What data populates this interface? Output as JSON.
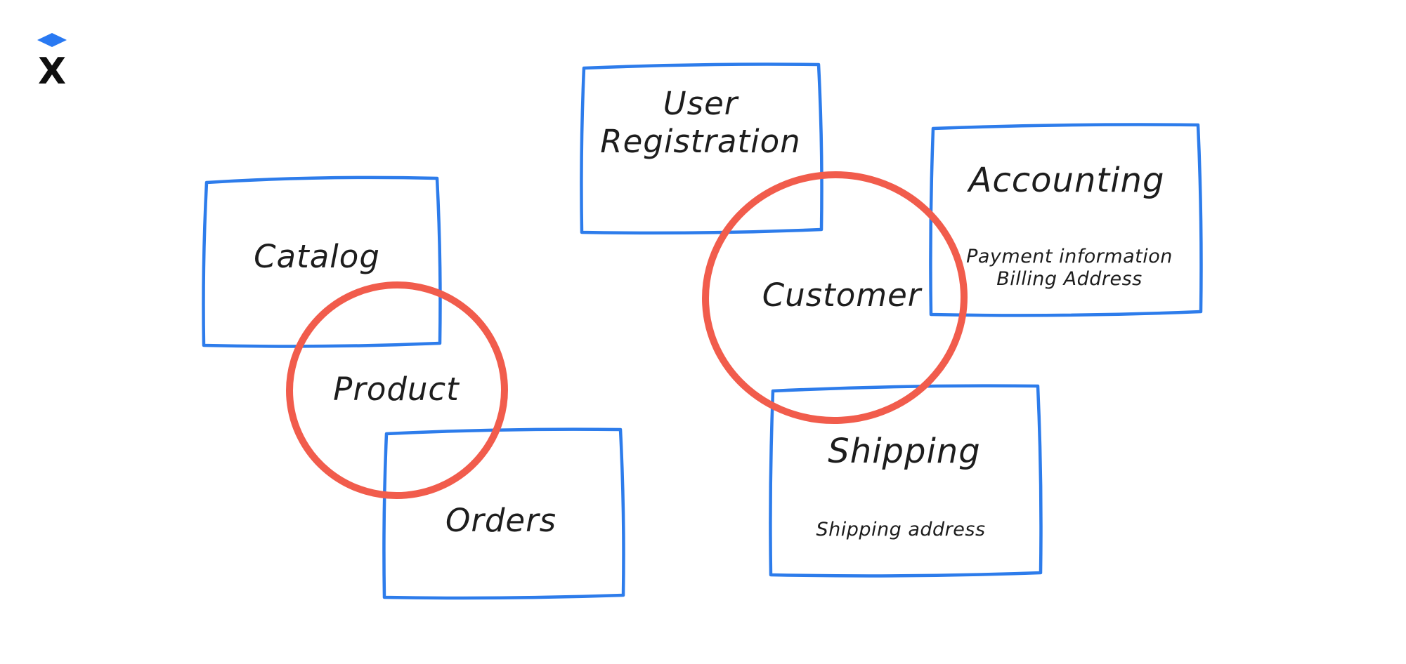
{
  "app": {
    "logo_letter": "X"
  },
  "colors": {
    "box_stroke": "#2d7ceb",
    "highlight_stroke": "#f15c4c",
    "text": "#1d1d1d",
    "logo_diamond": "#2979f2",
    "logo_letter": "#0f0f0f",
    "background": "#ffffff"
  },
  "diagram": {
    "boxes": [
      {
        "title": "Catalog",
        "details": ""
      },
      {
        "title": "User\nRegistration",
        "details": ""
      },
      {
        "title": "Accounting",
        "details": "Payment information\nBilling Address"
      },
      {
        "title": "Shipping",
        "details": "Shipping address"
      },
      {
        "title": "Orders",
        "details": ""
      }
    ],
    "circles": [
      {
        "label": "Product"
      },
      {
        "label": "Customer"
      }
    ]
  }
}
